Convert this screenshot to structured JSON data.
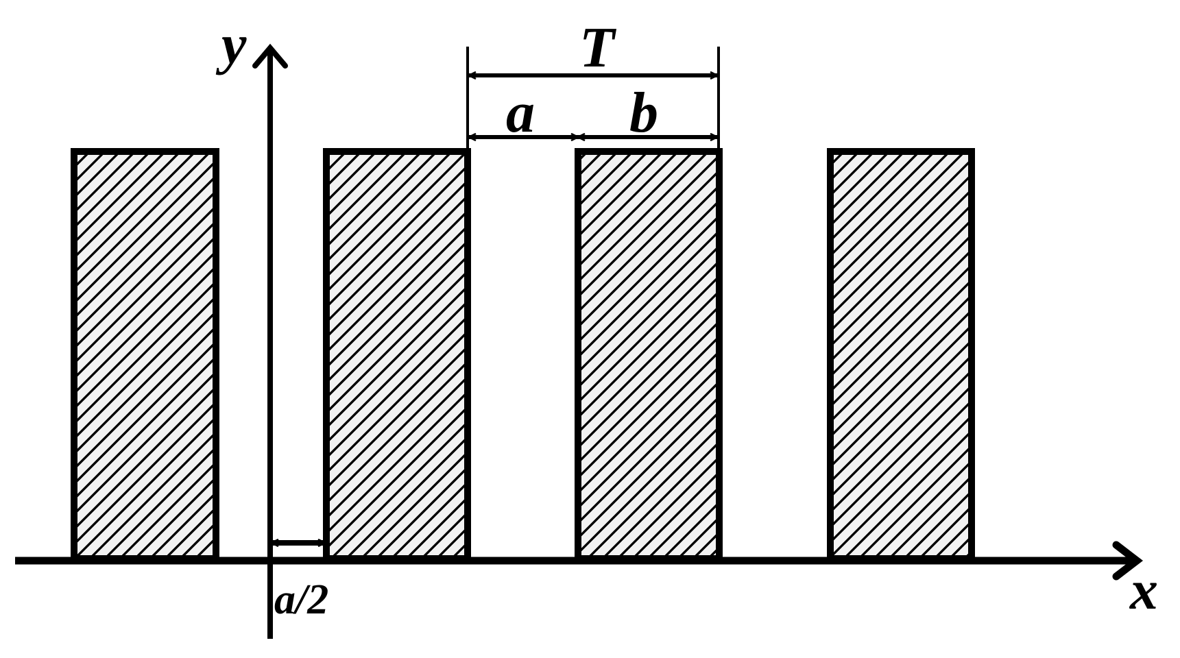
{
  "labels": {
    "y_axis": "y",
    "x_axis": "x",
    "period": "T",
    "gap_width": "a",
    "bar_width": "b",
    "half_gap": "a/2"
  },
  "colors": {
    "stroke": "#000000",
    "background": "#ffffff",
    "hatch_fill": "#f2f2f2"
  },
  "strip_count": 4
}
